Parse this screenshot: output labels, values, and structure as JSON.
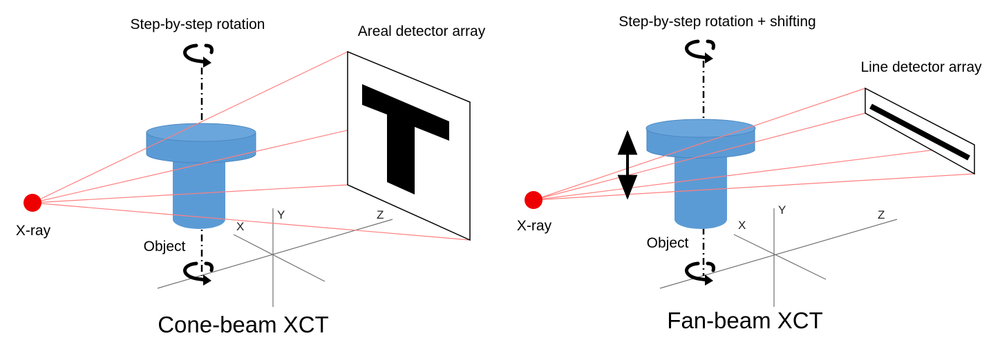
{
  "colors": {
    "beam": "#ff7f7f",
    "source": "#ee0000",
    "object": "#5b9bd5",
    "object_edge": "#4a86c0",
    "axis": "#707070",
    "detector_fill": "#000000"
  },
  "left_panel": {
    "rotation_label": "Step-by-step rotation",
    "detector_label": "Areal detector array",
    "source_label": "X-ray",
    "object_label": "Object",
    "caption": "Cone-beam XCT",
    "axes": {
      "x": "X",
      "y": "Y",
      "z": "Z"
    },
    "icons": [
      "rotation-arrow-icon",
      "rotation-arrow-icon"
    ]
  },
  "right_panel": {
    "rotation_label": "Step-by-step rotation + shifting",
    "detector_label": "Line detector array",
    "source_label": "X-ray",
    "object_label": "Object",
    "caption": "Fan-beam XCT",
    "axes": {
      "x": "X",
      "y": "Y",
      "z": "Z"
    },
    "icons": [
      "rotation-arrow-icon",
      "rotation-arrow-icon",
      "vertical-shift-arrow-icon"
    ]
  }
}
